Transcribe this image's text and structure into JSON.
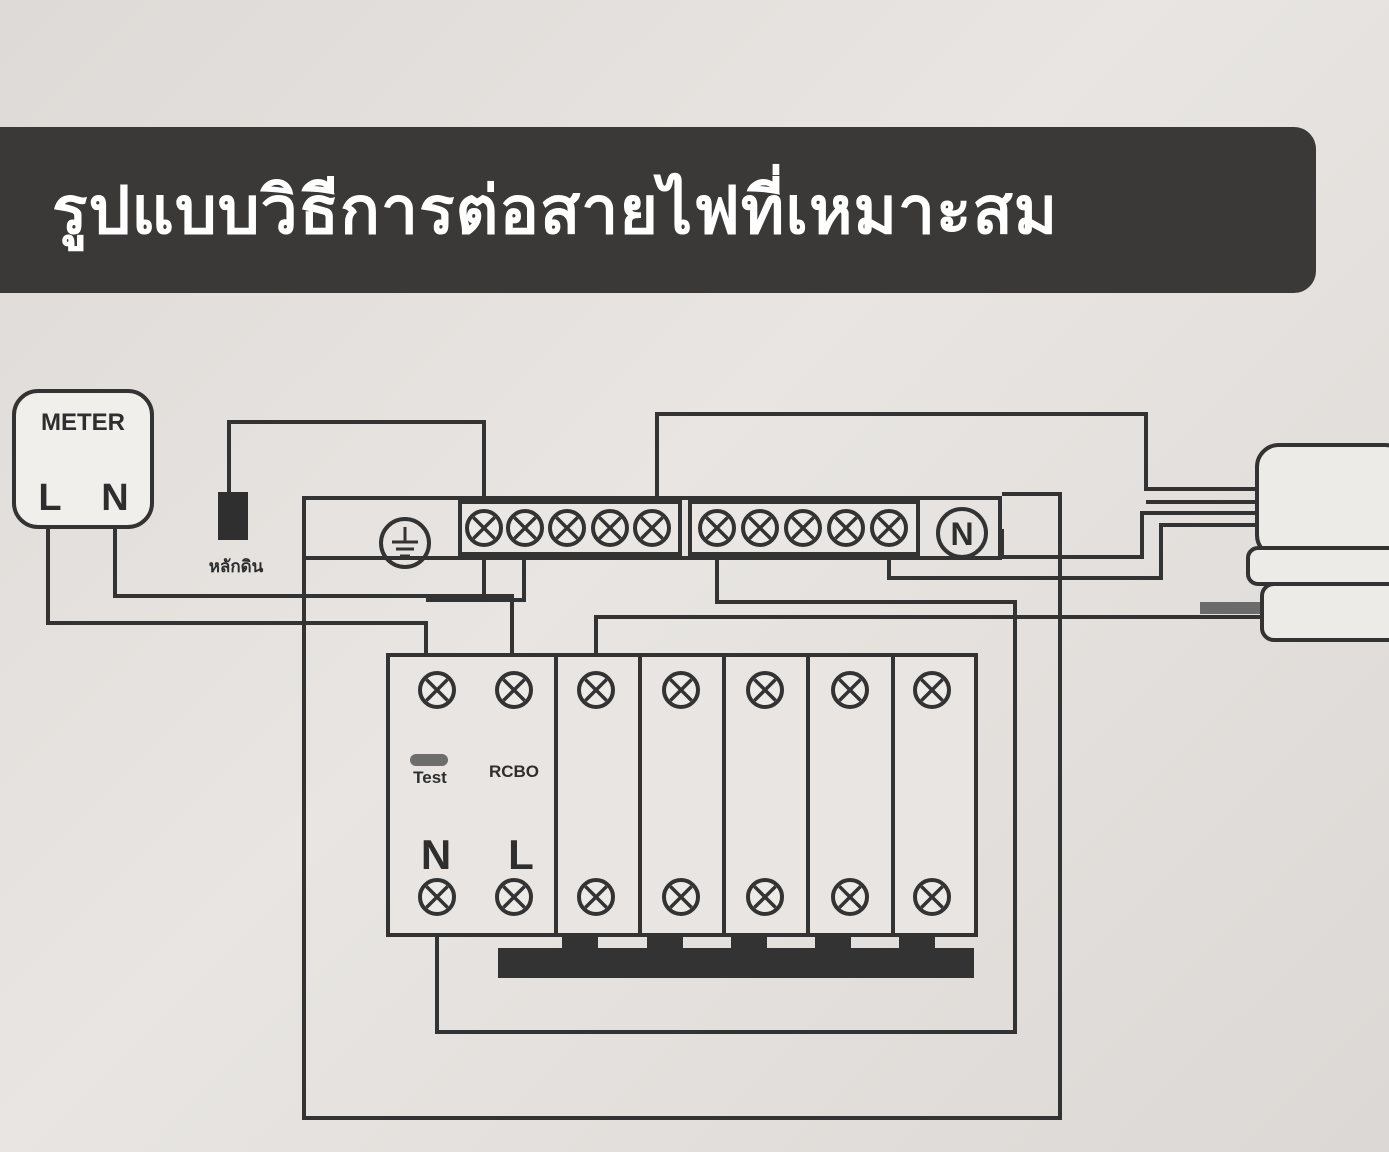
{
  "title": "รูปแบบวิธีการต่อสายไฟที่เหมาะสม",
  "meter": {
    "label": "METER",
    "l": "L",
    "n": "N"
  },
  "ground_rod": {
    "label": "หลักดิน"
  },
  "neutral_bar": {
    "symbol": "N"
  },
  "rcbo": {
    "test": "Test",
    "name": "RCBO",
    "n": "N",
    "l": "L"
  },
  "colors": {
    "banner": "#3a3938",
    "line": "#333333",
    "background": "#e3e0dd"
  },
  "icons": [
    "ground-symbol-icon",
    "terminal-screw-icon",
    "busbar-icon"
  ]
}
